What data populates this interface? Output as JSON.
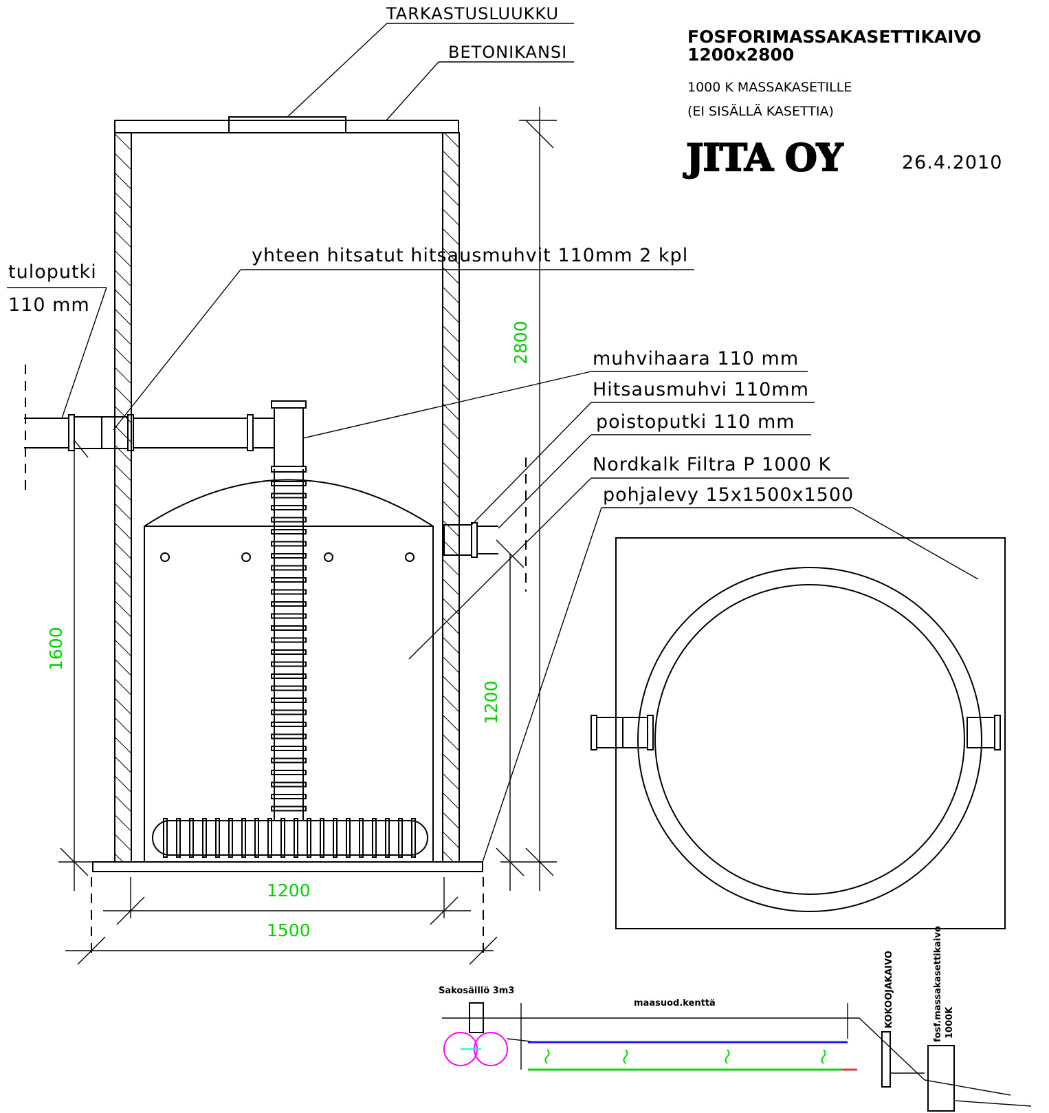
{
  "title": {
    "line1": "FOSFORIMASSAKASETTIKAIVO",
    "line2": "1200x2800",
    "sub1": "1000  K  MASSAKASETILLE",
    "sub2": "(EI  SISÄLLÄ  KASETTIA)",
    "logo": "JITA OY",
    "date": "26.4.2010"
  },
  "labels": {
    "tarkastusluukku": "TARKASTUSLUUKKU",
    "betonikansi": "BETONIKANSI",
    "tuloputki": "tuloputki",
    "tuloputki_size": "110  mm",
    "hitsausmuhvit": "yhteen  hitsatut  hitsausmuhvit  110mm  2  kpl",
    "muhvihaara": "muhvihaara  110  mm",
    "hitsausmuhvi": "Hitsausmuhvi  110mm",
    "poistoputki": "poistoputki  110  mm",
    "nordkalk": "Nordkalk  Filtra  P  1000  K",
    "pohjalevy": "pohjalevy  15x1500x1500"
  },
  "dimensions": {
    "height_total": "2800",
    "height_inlet": "1600",
    "height_outlet": "1200",
    "width_inner": "1200",
    "width_base": "1500"
  },
  "schematic": {
    "sakosailio": "Sakosäiliö  3m3",
    "maasuod": "maasuod.kenttä",
    "kokoojakaivo": "KOKOOJAKAIVO",
    "fosf1": "fosf.massakasettikaivo",
    "fosf2": "1000K"
  },
  "colors": {
    "dimension": "#00d000",
    "pipe_upper": "#1a1aff",
    "pipe_lower": "#00dd00",
    "tank": "#ff00ff",
    "accent": "#00ffff",
    "joint": "#d04040"
  }
}
